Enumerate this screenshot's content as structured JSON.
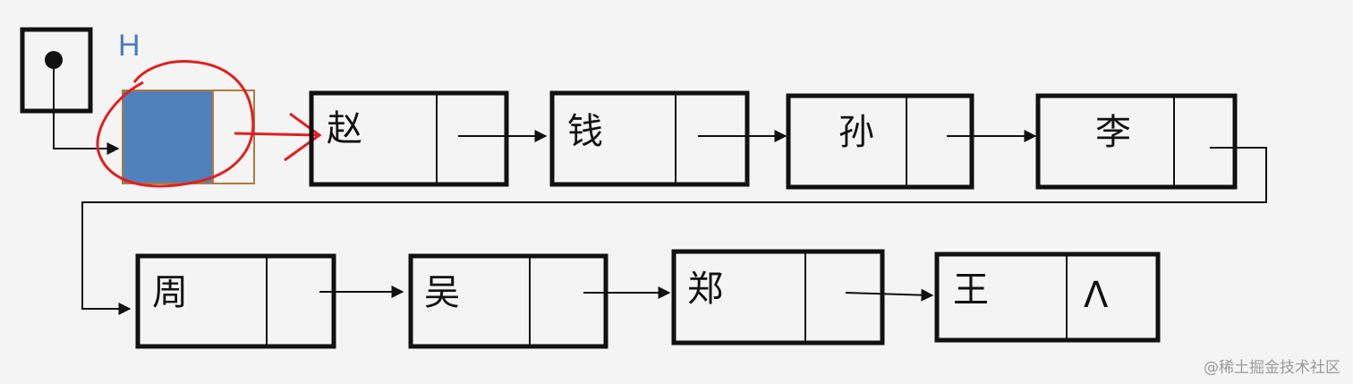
{
  "diagram": {
    "head_label": "H",
    "nodes": [
      "赵",
      "钱",
      "孙",
      "李",
      "周",
      "吴",
      "郑",
      "王"
    ],
    "null_symbol": "Λ",
    "colors": {
      "stroke": "#111111",
      "head_fill": "#4f81bd",
      "head_border": "#b07a3a",
      "annotation": "#e02020",
      "label": "#4a7dc0"
    }
  },
  "watermark": "@稀土掘金技术社区"
}
